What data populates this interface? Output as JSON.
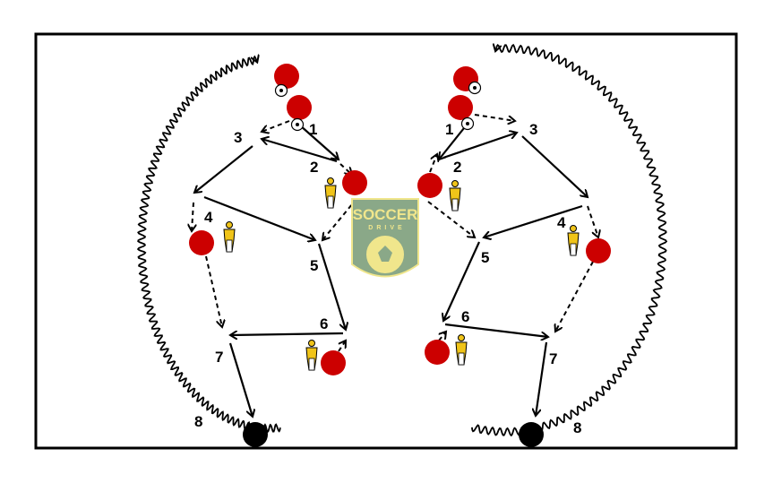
{
  "diagram": {
    "logo": {
      "line1": "SOCCER",
      "line2": "DRIVE"
    },
    "left_labels": [
      "1",
      "2",
      "3",
      "4",
      "5",
      "6",
      "7",
      "8"
    ],
    "right_labels": [
      "1",
      "2",
      "3",
      "4",
      "5",
      "6",
      "7",
      "8"
    ],
    "colors": {
      "player": "#cc0000",
      "mannequin": "#f0c419",
      "cone": "#000000",
      "logo_green": "#8aa888",
      "logo_yellow": "#f0e68c"
    }
  }
}
